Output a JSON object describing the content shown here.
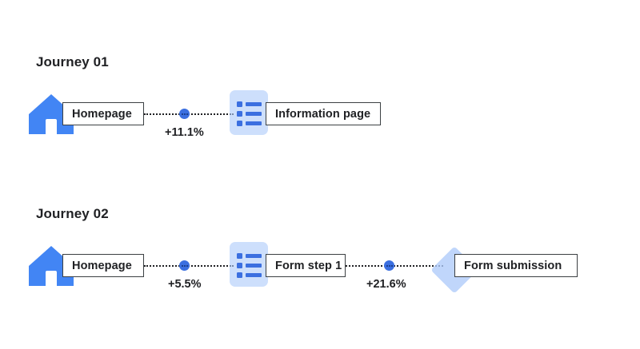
{
  "palette": {
    "brand_blue": "#4285F4",
    "light_blue": "#AECBFA",
    "dot_blue": "#3B6FE0",
    "text": "#202124",
    "border": "#3C4043",
    "background": "#FFFFFF"
  },
  "journeys": [
    {
      "title": "Journey 01",
      "nodes": [
        {
          "label": "Homepage",
          "icon": "house-icon"
        },
        {
          "label": "Information page",
          "icon": "form-list-icon"
        }
      ],
      "transitions": [
        {
          "value": "+11.1%"
        }
      ]
    },
    {
      "title": "Journey 02",
      "nodes": [
        {
          "label": "Homepage",
          "icon": "house-icon"
        },
        {
          "label": "Form step 1",
          "icon": "form-list-icon"
        },
        {
          "label": "Form submission",
          "icon": "diamond-icon"
        }
      ],
      "transitions": [
        {
          "value": "+5.5%"
        },
        {
          "value": "+21.6%"
        }
      ]
    }
  ]
}
